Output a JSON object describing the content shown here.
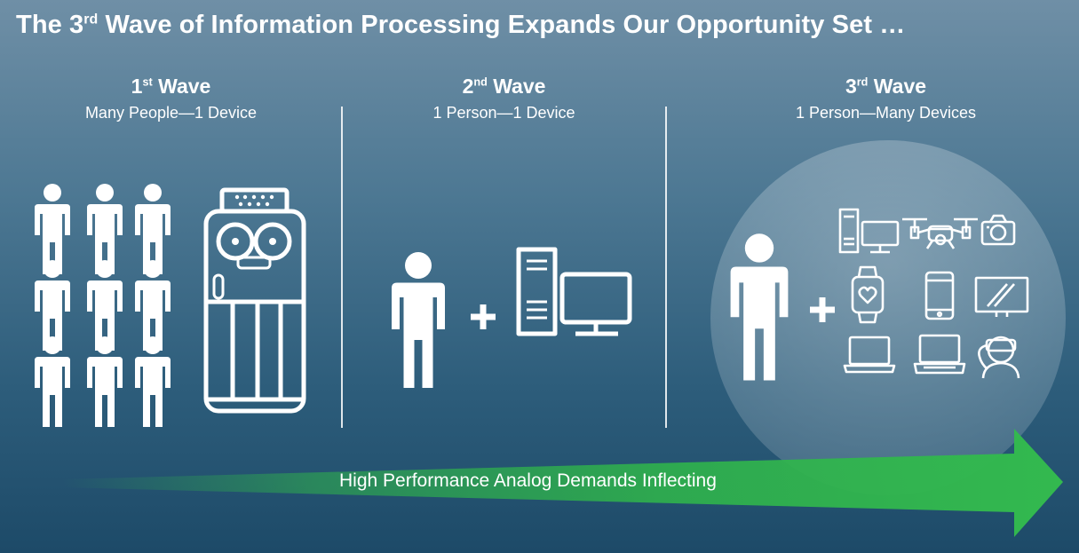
{
  "title": {
    "prefix": "The 3",
    "sup": "rd",
    "suffix": " Wave of Information Processing Expands Our Opportunity Set …"
  },
  "waves": [
    {
      "num": "1",
      "sup": "st",
      "word": " Wave",
      "subtitle": "Many People—1 Device"
    },
    {
      "num": "2",
      "sup": "nd",
      "word": " Wave",
      "subtitle": "1 Person—1 Device"
    },
    {
      "num": "3",
      "sup": "rd",
      "word": " Wave",
      "subtitle": "1 Person—Many Devices"
    }
  ],
  "arrow": {
    "label": "High Performance Analog Demands Inflecting"
  },
  "colors": {
    "arrow_green": "#2fb24c",
    "background_top": "#6f8fa6",
    "background_bottom": "#1d4a68"
  },
  "icons": [
    "person-icon",
    "mainframe-icon",
    "plus-icon",
    "desktop-computer-icon",
    "drone-icon",
    "camera-icon",
    "smartwatch-icon",
    "smartphone-icon",
    "tv-icon",
    "laptop-icon",
    "vr-headset-icon"
  ]
}
